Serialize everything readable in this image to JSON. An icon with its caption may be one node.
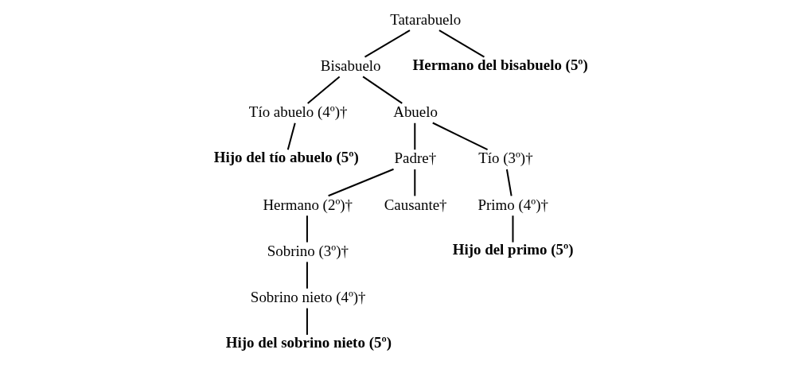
{
  "diagram": {
    "nodes": [
      {
        "text": [
          "Tatarabuelo"
        ]
      },
      {
        "text": [
          "Bisabuelo"
        ]
      },
      {
        "text": [
          "Hermano del bisabuelo (5º)"
        ]
      },
      {
        "text": [
          "Tío abuelo (4º)†"
        ]
      },
      {
        "text": [
          "Abuelo"
        ]
      },
      {
        "text": [
          "Hijo del tío abuelo (5º)"
        ]
      },
      {
        "text": [
          "Padre†"
        ]
      },
      {
        "text": [
          "Tío (3º)†"
        ]
      },
      {
        "text": [
          "Hermano (2º)†"
        ]
      },
      {
        "text": [
          "Causante†"
        ]
      },
      {
        "text": [
          "Primo (4º)†"
        ]
      },
      {
        "text": [
          "Sobrino (3º)†"
        ]
      },
      {
        "text": [
          "Hijo del primo (5º)"
        ]
      },
      {
        "text": [
          "Sobrino nieto (4º)†"
        ]
      },
      {
        "text": [
          "Hijo del sobrino nieto (5º)"
        ]
      }
    ],
    "edges": [
      {
        "from": 0,
        "to": 1,
        "arrow": "none"
      },
      {
        "from": 0,
        "to": 2,
        "arrow": "none"
      },
      {
        "from": 1,
        "to": 3,
        "arrow": "none"
      },
      {
        "from": 1,
        "to": 4,
        "arrow": "none"
      },
      {
        "from": 3,
        "to": 5,
        "arrow": "none"
      },
      {
        "from": 4,
        "to": 6,
        "arrow": "none"
      },
      {
        "from": 4,
        "to": 7,
        "arrow": "none"
      },
      {
        "from": 6,
        "to": 8,
        "arrow": "none"
      },
      {
        "from": 6,
        "to": 9,
        "arrow": "none"
      },
      {
        "from": 7,
        "to": 10,
        "arrow": "none"
      },
      {
        "from": 8,
        "to": 11,
        "arrow": "none"
      },
      {
        "from": 10,
        "to": 12,
        "arrow": "none"
      },
      {
        "from": 11,
        "to": 13,
        "arrow": "none"
      },
      {
        "from": 13,
        "to": 14,
        "arrow": "none"
      }
    ]
  }
}
